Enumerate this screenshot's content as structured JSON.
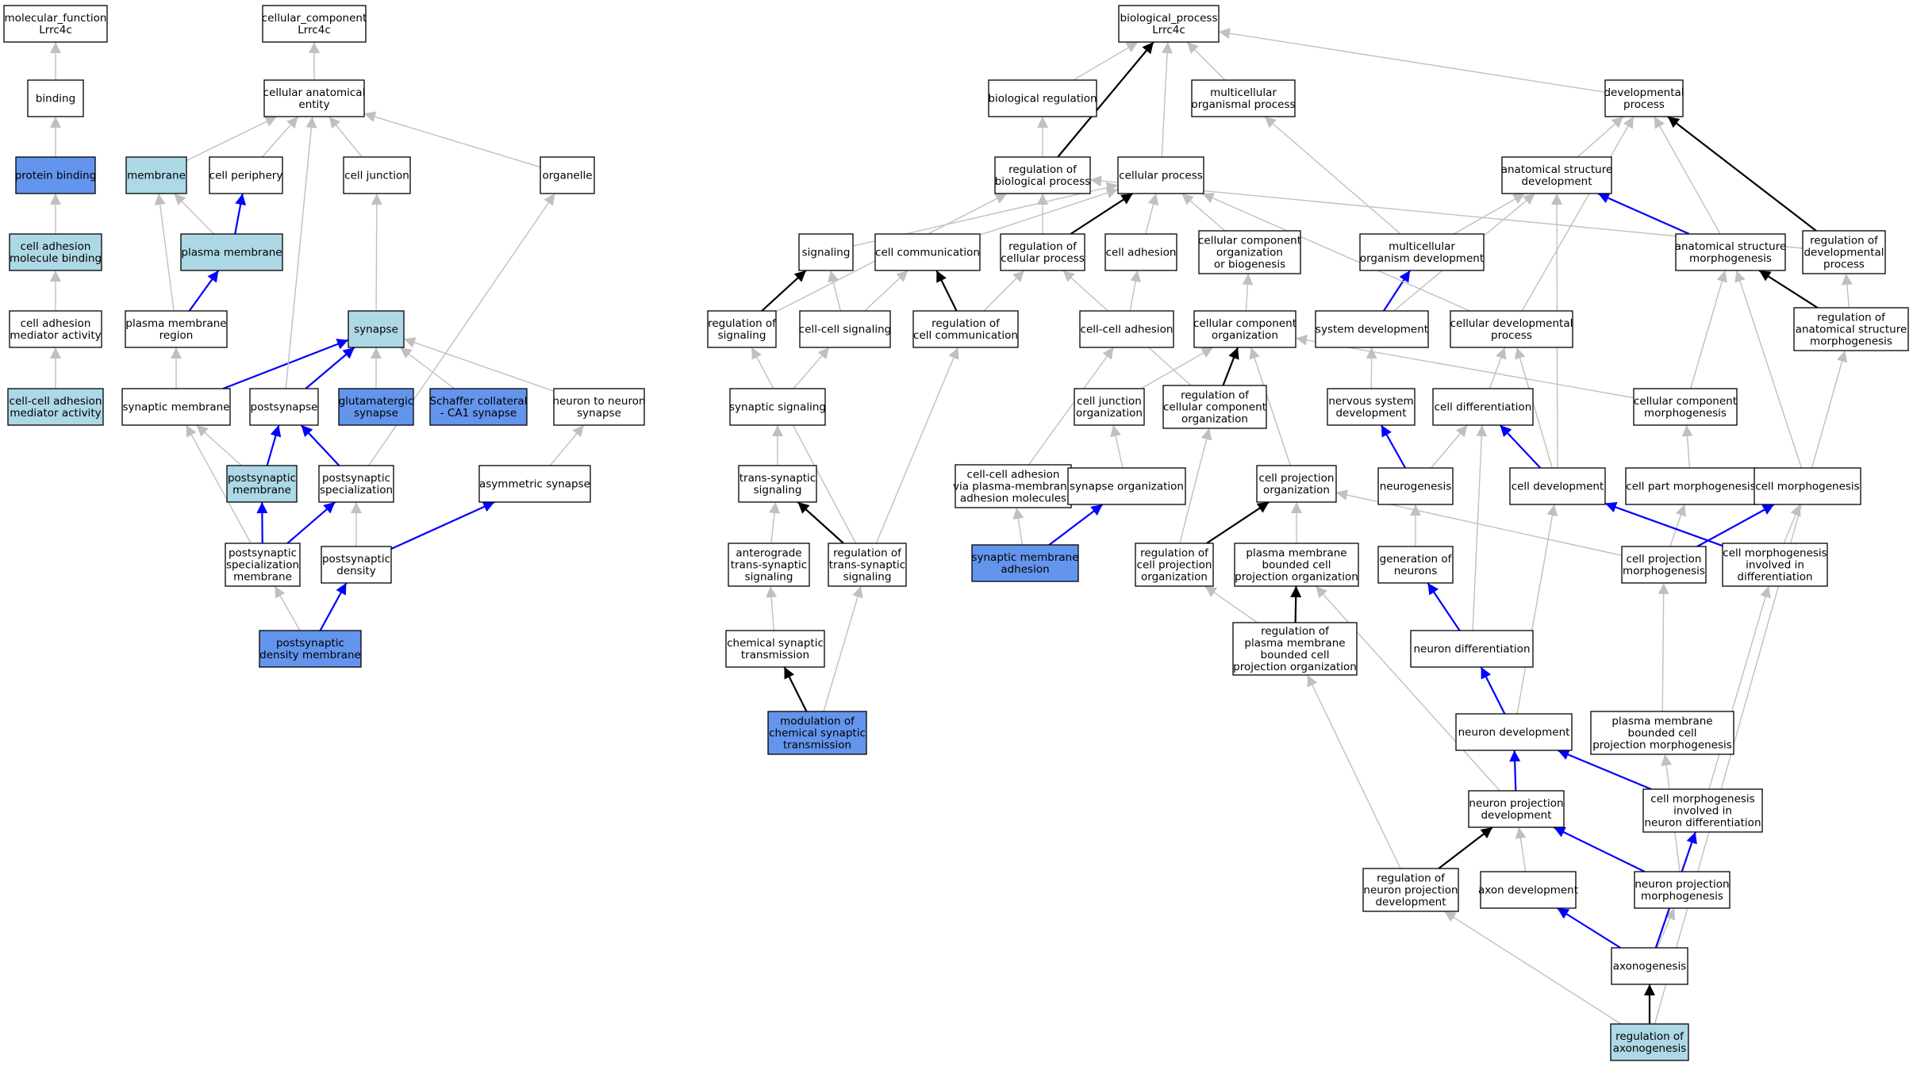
{
  "colors": {
    "white": "#ffffff",
    "light": "#add8e6",
    "blue": "#6495ed",
    "edge_gray": "#c0c0c0",
    "edge_black": "#000000",
    "edge_blue": "#0000ff"
  },
  "nodes": [
    {
      "id": "mf",
      "lines": [
        "molecular_function",
        "Lrrc4c"
      ],
      "fill": "white"
    },
    {
      "id": "binding",
      "lines": [
        "binding"
      ],
      "fill": "white"
    },
    {
      "id": "protein_binding",
      "lines": [
        "protein binding"
      ],
      "fill": "blue"
    },
    {
      "id": "cam_binding",
      "lines": [
        "cell adhesion",
        "molecule binding"
      ],
      "fill": "light"
    },
    {
      "id": "cam_activity",
      "lines": [
        "cell adhesion",
        "mediator activity"
      ],
      "fill": "white"
    },
    {
      "id": "ccam_activity",
      "lines": [
        "cell-cell adhesion",
        "mediator activity"
      ],
      "fill": "light"
    },
    {
      "id": "cc",
      "lines": [
        "cellular_component",
        "Lrrc4c"
      ],
      "fill": "white"
    },
    {
      "id": "cae",
      "lines": [
        "cellular anatomical",
        "entity"
      ],
      "fill": "white"
    },
    {
      "id": "membrane",
      "lines": [
        "membrane"
      ],
      "fill": "light"
    },
    {
      "id": "cell_periphery",
      "lines": [
        "cell periphery"
      ],
      "fill": "white"
    },
    {
      "id": "cell_junction",
      "lines": [
        "cell junction"
      ],
      "fill": "white"
    },
    {
      "id": "organelle",
      "lines": [
        "organelle"
      ],
      "fill": "white"
    },
    {
      "id": "plasma_membrane",
      "lines": [
        "plasma membrane"
      ],
      "fill": "light"
    },
    {
      "id": "pm_region",
      "lines": [
        "plasma membrane",
        "region"
      ],
      "fill": "white"
    },
    {
      "id": "synapse",
      "lines": [
        "synapse"
      ],
      "fill": "light"
    },
    {
      "id": "syn_membrane",
      "lines": [
        "synaptic membrane"
      ],
      "fill": "white"
    },
    {
      "id": "postsynapse",
      "lines": [
        "postsynapse"
      ],
      "fill": "white"
    },
    {
      "id": "glutamatergic",
      "lines": [
        "glutamatergic",
        "synapse"
      ],
      "fill": "blue"
    },
    {
      "id": "schaffer",
      "lines": [
        "Schaffer collateral",
        "- CA1 synapse"
      ],
      "fill": "blue"
    },
    {
      "id": "n2n_synapse",
      "lines": [
        "neuron to neuron",
        "synapse"
      ],
      "fill": "white"
    },
    {
      "id": "postsyn_membrane",
      "lines": [
        "postsynaptic",
        "membrane"
      ],
      "fill": "light"
    },
    {
      "id": "postsyn_spec",
      "lines": [
        "postsynaptic",
        "specialization"
      ],
      "fill": "white"
    },
    {
      "id": "asym_synapse",
      "lines": [
        "asymmetric synapse"
      ],
      "fill": "white"
    },
    {
      "id": "postsyn_spec_membrane",
      "lines": [
        "postsynaptic",
        "specialization",
        "membrane"
      ],
      "fill": "white"
    },
    {
      "id": "postsyn_density",
      "lines": [
        "postsynaptic",
        "density"
      ],
      "fill": "white"
    },
    {
      "id": "psd_membrane",
      "lines": [
        "postsynaptic",
        "density membrane"
      ],
      "fill": "blue"
    },
    {
      "id": "bp",
      "lines": [
        "biological_process",
        "Lrrc4c"
      ],
      "fill": "white"
    },
    {
      "id": "bio_reg",
      "lines": [
        "biological regulation"
      ],
      "fill": "white"
    },
    {
      "id": "multi_proc",
      "lines": [
        "multicellular",
        "organismal process"
      ],
      "fill": "white"
    },
    {
      "id": "dev_proc",
      "lines": [
        "developmental",
        "process"
      ],
      "fill": "white"
    },
    {
      "id": "reg_bio_proc",
      "lines": [
        "regulation of",
        "biological process"
      ],
      "fill": "white"
    },
    {
      "id": "cellular_process",
      "lines": [
        "cellular process"
      ],
      "fill": "white"
    },
    {
      "id": "anat_dev",
      "lines": [
        "anatomical structure",
        "development"
      ],
      "fill": "white"
    },
    {
      "id": "signaling",
      "lines": [
        "signaling"
      ],
      "fill": "white"
    },
    {
      "id": "cell_comm",
      "lines": [
        "cell communication"
      ],
      "fill": "white"
    },
    {
      "id": "reg_cell_proc",
      "lines": [
        "regulation of",
        "cellular process"
      ],
      "fill": "white"
    },
    {
      "id": "cell_adhesion",
      "lines": [
        "cell adhesion"
      ],
      "fill": "white"
    },
    {
      "id": "ccob",
      "lines": [
        "cellular component",
        "organization",
        "or biogenesis"
      ],
      "fill": "white"
    },
    {
      "id": "multi_dev",
      "lines": [
        "multicellular",
        "organism development"
      ],
      "fill": "white"
    },
    {
      "id": "anat_morph",
      "lines": [
        "anatomical structure",
        "morphogenesis"
      ],
      "fill": "white"
    },
    {
      "id": "reg_dev",
      "lines": [
        "regulation of",
        "developmental",
        "process"
      ],
      "fill": "white"
    },
    {
      "id": "reg_signaling",
      "lines": [
        "regulation of",
        "signaling"
      ],
      "fill": "white"
    },
    {
      "id": "cc_signaling",
      "lines": [
        "cell-cell signaling"
      ],
      "fill": "white"
    },
    {
      "id": "reg_cell_comm",
      "lines": [
        "regulation of",
        "cell communication"
      ],
      "fill": "white"
    },
    {
      "id": "cc_adhesion",
      "lines": [
        "cell-cell adhesion"
      ],
      "fill": "white"
    },
    {
      "id": "cco",
      "lines": [
        "cellular component",
        "organization"
      ],
      "fill": "white"
    },
    {
      "id": "sys_dev",
      "lines": [
        "system development"
      ],
      "fill": "white"
    },
    {
      "id": "cell_dev_proc",
      "lines": [
        "cellular developmental",
        "process"
      ],
      "fill": "white"
    },
    {
      "id": "reg_anat_morph",
      "lines": [
        "regulation of",
        "anatomical structure",
        "morphogenesis"
      ],
      "fill": "white"
    },
    {
      "id": "syn_signaling",
      "lines": [
        "synaptic signaling"
      ],
      "fill": "white"
    },
    {
      "id": "cj_org",
      "lines": [
        "cell junction",
        "organization"
      ],
      "fill": "white"
    },
    {
      "id": "reg_cco",
      "lines": [
        "regulation of",
        "cellular component",
        "organization"
      ],
      "fill": "white"
    },
    {
      "id": "ns_dev",
      "lines": [
        "nervous system",
        "development"
      ],
      "fill": "white"
    },
    {
      "id": "cell_diff",
      "lines": [
        "cell differentiation"
      ],
      "fill": "white"
    },
    {
      "id": "cc_morph",
      "lines": [
        "cellular component",
        "morphogenesis"
      ],
      "fill": "white"
    },
    {
      "id": "trans_syn",
      "lines": [
        "trans-synaptic",
        "signaling"
      ],
      "fill": "white"
    },
    {
      "id": "cca_pm",
      "lines": [
        "cell-cell adhesion",
        "via plasma-membrane",
        "adhesion molecules"
      ],
      "fill": "white"
    },
    {
      "id": "syn_org",
      "lines": [
        "synapse organization"
      ],
      "fill": "white"
    },
    {
      "id": "cp_org",
      "lines": [
        "cell projection",
        "organization"
      ],
      "fill": "white"
    },
    {
      "id": "neurogenesis",
      "lines": [
        "neurogenesis"
      ],
      "fill": "white"
    },
    {
      "id": "cell_dev",
      "lines": [
        "cell development"
      ],
      "fill": "white"
    },
    {
      "id": "cp_morph",
      "lines": [
        "cell part morphogenesis"
      ],
      "fill": "white"
    },
    {
      "id": "cell_morph",
      "lines": [
        "cell morphogenesis"
      ],
      "fill": "white"
    },
    {
      "id": "antero",
      "lines": [
        "anterograde",
        "trans-synaptic",
        "signaling"
      ],
      "fill": "white"
    },
    {
      "id": "reg_trans_syn",
      "lines": [
        "regulation of",
        "trans-synaptic",
        "signaling"
      ],
      "fill": "white"
    },
    {
      "id": "syn_mem_adh",
      "lines": [
        "synaptic membrane",
        "adhesion"
      ],
      "fill": "blue"
    },
    {
      "id": "reg_cp_org",
      "lines": [
        "regulation of",
        "cell projection",
        "organization"
      ],
      "fill": "white"
    },
    {
      "id": "pmbcp_org",
      "lines": [
        "plasma membrane",
        "bounded cell",
        "projection organization"
      ],
      "fill": "white"
    },
    {
      "id": "gen_neurons",
      "lines": [
        "generation of",
        "neurons"
      ],
      "fill": "white"
    },
    {
      "id": "cproj_morph",
      "lines": [
        "cell projection",
        "morphogenesis"
      ],
      "fill": "white"
    },
    {
      "id": "cm_diff",
      "lines": [
        "cell morphogenesis",
        "involved in",
        "differentiation"
      ],
      "fill": "white"
    },
    {
      "id": "chem_syn",
      "lines": [
        "chemical synaptic",
        "transmission"
      ],
      "fill": "white"
    },
    {
      "id": "reg_pmbcp_org",
      "lines": [
        "regulation of",
        "plasma membrane",
        "bounded cell",
        "projection organization"
      ],
      "fill": "white"
    },
    {
      "id": "neuron_diff",
      "lines": [
        "neuron differentiation"
      ],
      "fill": "white"
    },
    {
      "id": "mod_chem_syn",
      "lines": [
        "modulation of",
        "chemical synaptic",
        "transmission"
      ],
      "fill": "blue"
    },
    {
      "id": "neuron_dev",
      "lines": [
        "neuron development"
      ],
      "fill": "white"
    },
    {
      "id": "pmbcp_morph",
      "lines": [
        "plasma membrane",
        "bounded cell",
        "projection morphogenesis"
      ],
      "fill": "white"
    },
    {
      "id": "np_dev",
      "lines": [
        "neuron projection",
        "development"
      ],
      "fill": "white"
    },
    {
      "id": "cm_neuron_diff",
      "lines": [
        "cell morphogenesis",
        "involved in",
        "neuron differentiation"
      ],
      "fill": "white"
    },
    {
      "id": "reg_np_dev",
      "lines": [
        "regulation of",
        "neuron projection",
        "development"
      ],
      "fill": "white"
    },
    {
      "id": "axon_dev",
      "lines": [
        "axon development"
      ],
      "fill": "white"
    },
    {
      "id": "np_morph",
      "lines": [
        "neuron projection",
        "morphogenesis"
      ],
      "fill": "white"
    },
    {
      "id": "axonogenesis",
      "lines": [
        "axonogenesis"
      ],
      "fill": "white"
    },
    {
      "id": "reg_axonogenesis",
      "lines": [
        "regulation of",
        "axonogenesis"
      ],
      "fill": "light"
    }
  ],
  "edges": [
    [
      "binding",
      "mf",
      "g"
    ],
    [
      "protein_binding",
      "binding",
      "g"
    ],
    [
      "cam_binding",
      "protein_binding",
      "g"
    ],
    [
      "cam_activity",
      "cam_binding",
      "g"
    ],
    [
      "ccam_activity",
      "cam_activity",
      "g"
    ],
    [
      "cae",
      "cc",
      "g"
    ],
    [
      "membrane",
      "cae",
      "g"
    ],
    [
      "cell_periphery",
      "cae",
      "g"
    ],
    [
      "cell_junction",
      "cae",
      "g"
    ],
    [
      "organelle",
      "cae",
      "g"
    ],
    [
      "plasma_membrane",
      "membrane",
      "g"
    ],
    [
      "plasma_membrane",
      "cell_periphery",
      "b"
    ],
    [
      "pm_region",
      "membrane",
      "g"
    ],
    [
      "pm_region",
      "plasma_membrane",
      "b"
    ],
    [
      "synapse",
      "cell_junction",
      "g"
    ],
    [
      "syn_membrane",
      "pm_region",
      "g"
    ],
    [
      "syn_membrane",
      "synapse",
      "b"
    ],
    [
      "postsynapse",
      "synapse",
      "b"
    ],
    [
      "postsynapse",
      "cae",
      "g"
    ],
    [
      "glutamatergic",
      "synapse",
      "g"
    ],
    [
      "schaffer",
      "synapse",
      "g"
    ],
    [
      "n2n_synapse",
      "synapse",
      "g"
    ],
    [
      "postsyn_membrane",
      "syn_membrane",
      "g"
    ],
    [
      "postsyn_membrane",
      "postsynapse",
      "b"
    ],
    [
      "postsyn_spec",
      "postsynapse",
      "b"
    ],
    [
      "postsyn_spec",
      "organelle",
      "g"
    ],
    [
      "asym_synapse",
      "n2n_synapse",
      "g"
    ],
    [
      "postsyn_spec_membrane",
      "postsyn_membrane",
      "b"
    ],
    [
      "postsyn_spec_membrane",
      "postsyn_spec",
      "b"
    ],
    [
      "postsyn_spec_membrane",
      "syn_membrane",
      "g"
    ],
    [
      "postsyn_density",
      "postsyn_spec",
      "g"
    ],
    [
      "postsyn_density",
      "asym_synapse",
      "b"
    ],
    [
      "psd_membrane",
      "postsyn_density",
      "b"
    ],
    [
      "psd_membrane",
      "postsyn_spec_membrane",
      "g"
    ],
    [
      "bio_reg",
      "bp",
      "g"
    ],
    [
      "multi_proc",
      "bp",
      "g"
    ],
    [
      "dev_proc",
      "bp",
      "g"
    ],
    [
      "reg_bio_proc",
      "bio_reg",
      "g"
    ],
    [
      "reg_bio_proc",
      "bp",
      "k"
    ],
    [
      "cellular_process",
      "bp",
      "g"
    ],
    [
      "anat_dev",
      "dev_proc",
      "g"
    ],
    [
      "signaling",
      "cellular_process",
      "g"
    ],
    [
      "cell_comm",
      "cellular_process",
      "g"
    ],
    [
      "reg_cell_proc",
      "reg_bio_proc",
      "g"
    ],
    [
      "reg_cell_proc",
      "cellular_process",
      "k"
    ],
    [
      "cell_adhesion",
      "cellular_process",
      "g"
    ],
    [
      "ccob",
      "cellular_process",
      "g"
    ],
    [
      "multi_dev",
      "multi_proc",
      "g"
    ],
    [
      "multi_dev",
      "anat_dev",
      "g"
    ],
    [
      "anat_morph",
      "anat_dev",
      "b"
    ],
    [
      "anat_morph",
      "dev_proc",
      "g"
    ],
    [
      "reg_dev",
      "dev_proc",
      "k"
    ],
    [
      "reg_dev",
      "reg_bio_proc",
      "g"
    ],
    [
      "reg_signaling",
      "signaling",
      "k"
    ],
    [
      "reg_signaling",
      "reg_bio_proc",
      "g"
    ],
    [
      "cc_signaling",
      "signaling",
      "g"
    ],
    [
      "cc_signaling",
      "cell_comm",
      "g"
    ],
    [
      "reg_cell_comm",
      "cell_comm",
      "k"
    ],
    [
      "reg_cell_comm",
      "reg_cell_proc",
      "g"
    ],
    [
      "cc_adhesion",
      "cell_adhesion",
      "g"
    ],
    [
      "cco",
      "ccob",
      "g"
    ],
    [
      "sys_dev",
      "multi_dev",
      "b"
    ],
    [
      "sys_dev",
      "anat_dev",
      "g"
    ],
    [
      "cell_dev_proc",
      "dev_proc",
      "g"
    ],
    [
      "cell_dev_proc",
      "cellular_process",
      "g"
    ],
    [
      "reg_anat_morph",
      "anat_morph",
      "k"
    ],
    [
      "reg_anat_morph",
      "reg_dev",
      "g"
    ],
    [
      "syn_signaling",
      "cc_signaling",
      "g"
    ],
    [
      "cj_org",
      "cco",
      "g"
    ],
    [
      "reg_cco",
      "cco",
      "k"
    ],
    [
      "reg_cco",
      "reg_cell_proc",
      "g"
    ],
    [
      "ns_dev",
      "sys_dev",
      "g"
    ],
    [
      "cell_diff",
      "cell_dev_proc",
      "g"
    ],
    [
      "cc_morph",
      "cco",
      "g"
    ],
    [
      "cc_morph",
      "anat_morph",
      "g"
    ],
    [
      "trans_syn",
      "syn_signaling",
      "g"
    ],
    [
      "cca_pm",
      "cc_adhesion",
      "g"
    ],
    [
      "syn_org",
      "cj_org",
      "g"
    ],
    [
      "cp_org",
      "cco",
      "g"
    ],
    [
      "neurogenesis",
      "ns_dev",
      "b"
    ],
    [
      "neurogenesis",
      "cell_diff",
      "g"
    ],
    [
      "cell_dev",
      "cell_diff",
      "b"
    ],
    [
      "cell_dev",
      "cell_dev_proc",
      "g"
    ],
    [
      "cell_dev",
      "anat_dev",
      "g"
    ],
    [
      "cp_morph",
      "cc_morph",
      "g"
    ],
    [
      "cell_morph",
      "anat_morph",
      "g"
    ],
    [
      "antero",
      "trans_syn",
      "g"
    ],
    [
      "reg_trans_syn",
      "trans_syn",
      "k"
    ],
    [
      "reg_trans_syn",
      "reg_signaling",
      "g"
    ],
    [
      "reg_trans_syn",
      "reg_cell_comm",
      "g"
    ],
    [
      "syn_mem_adh",
      "syn_org",
      "b"
    ],
    [
      "syn_mem_adh",
      "cca_pm",
      "g"
    ],
    [
      "reg_cp_org",
      "cp_org",
      "k"
    ],
    [
      "reg_cp_org",
      "reg_cco",
      "g"
    ],
    [
      "pmbcp_org",
      "cp_org",
      "g"
    ],
    [
      "gen_neurons",
      "neurogenesis",
      "g"
    ],
    [
      "cproj_morph",
      "cell_morph",
      "b"
    ],
    [
      "cproj_morph",
      "cp_morph",
      "g"
    ],
    [
      "cproj_morph",
      "cp_org",
      "g"
    ],
    [
      "cm_diff",
      "cell_morph",
      "g"
    ],
    [
      "cm_diff",
      "cell_dev",
      "b"
    ],
    [
      "chem_syn",
      "antero",
      "g"
    ],
    [
      "reg_pmbcp_org",
      "pmbcp_org",
      "k"
    ],
    [
      "reg_pmbcp_org",
      "reg_cp_org",
      "g"
    ],
    [
      "neuron_diff",
      "gen_neurons",
      "b"
    ],
    [
      "neuron_diff",
      "cell_diff",
      "g"
    ],
    [
      "mod_chem_syn",
      "chem_syn",
      "k"
    ],
    [
      "mod_chem_syn",
      "reg_trans_syn",
      "g"
    ],
    [
      "neuron_dev",
      "neuron_diff",
      "b"
    ],
    [
      "neuron_dev",
      "cell_dev",
      "g"
    ],
    [
      "pmbcp_morph",
      "cproj_morph",
      "g"
    ],
    [
      "np_dev",
      "neuron_dev",
      "b"
    ],
    [
      "np_dev",
      "pmbcp_org",
      "g"
    ],
    [
      "cm_neuron_diff",
      "neuron_dev",
      "b"
    ],
    [
      "cm_neuron_diff",
      "cm_diff",
      "g"
    ],
    [
      "reg_np_dev",
      "np_dev",
      "k"
    ],
    [
      "reg_np_dev",
      "reg_pmbcp_org",
      "g"
    ],
    [
      "axon_dev",
      "np_dev",
      "g"
    ],
    [
      "np_morph",
      "np_dev",
      "b"
    ],
    [
      "np_morph",
      "pmbcp_morph",
      "g"
    ],
    [
      "axonogenesis",
      "axon_dev",
      "b"
    ],
    [
      "axonogenesis",
      "np_morph",
      "g"
    ],
    [
      "axonogenesis",
      "cm_neuron_diff",
      "b"
    ],
    [
      "reg_axonogenesis",
      "axonogenesis",
      "k"
    ],
    [
      "reg_axonogenesis",
      "reg_np_dev",
      "g"
    ],
    [
      "reg_axonogenesis",
      "reg_anat_morph",
      "g"
    ]
  ]
}
